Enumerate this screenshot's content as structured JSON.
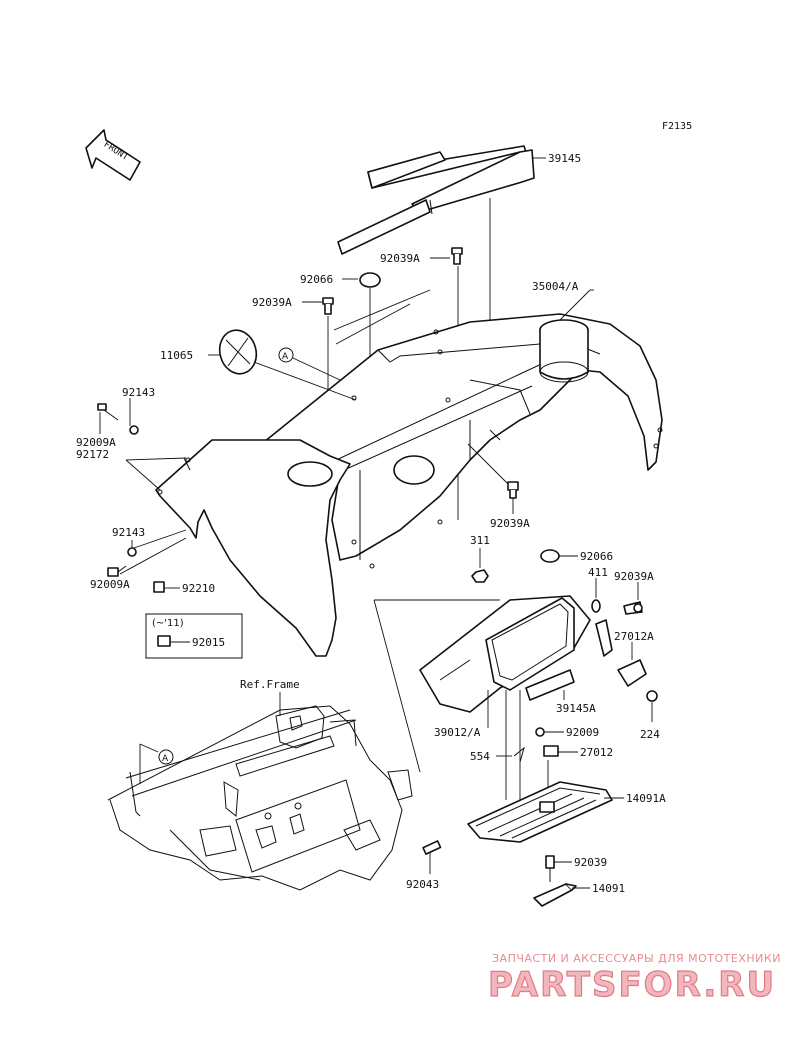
{
  "figure_code": "F2135",
  "front_indicator": {
    "text": "FRONT"
  },
  "ref_labels": {
    "section_a_1": "A",
    "section_a_2": "A",
    "ref_frame": "Ref.Frame",
    "year_note": "(~'11)"
  },
  "part_numbers": {
    "p39145": "39145",
    "p92039A_top": "92039A",
    "p92066_top": "92066",
    "p92039A_left": "92039A",
    "p35004A": "35004/A",
    "p11065": "11065",
    "p92143_top": "92143",
    "p92009A_top": "92009A",
    "p92172": "92172",
    "p92039A_mid": "92039A",
    "p92143_mid": "92143",
    "p92009A_bot": "92009A",
    "p92210": "92210",
    "p92015": "92015",
    "p311": "311",
    "p92066_right": "92066",
    "p411": "411",
    "p92039A_right": "92039A",
    "p27012A": "27012A",
    "p39145A": "39145A",
    "p224": "224",
    "p39012A": "39012/A",
    "p92009": "92009",
    "p554": "554",
    "p27012": "27012",
    "p14091A": "14091A",
    "p92039": "92039",
    "p92043": "92043",
    "p14091": "14091"
  },
  "watermark": {
    "tagline": "ЗАПЧАСТИ И АКСЕССУАРЫ ДЛЯ МОТОТЕХНИКИ",
    "brand": "PARTSFOR.RU"
  },
  "colors": {
    "line": "#111111",
    "background": "#ffffff",
    "watermark": "#e07b86"
  }
}
